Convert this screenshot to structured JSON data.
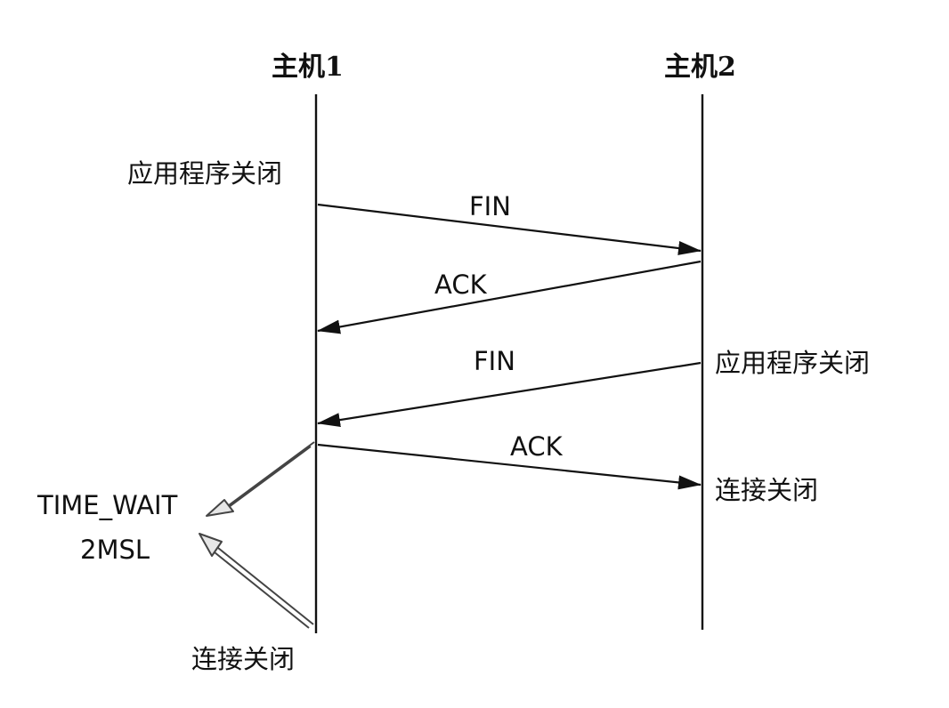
{
  "hosts": {
    "left": "主机1",
    "right": "主机2"
  },
  "messages": {
    "fin1": "FIN",
    "ack1": "ACK",
    "fin2": "FIN",
    "ack2": "ACK"
  },
  "notes": {
    "left_app_close": "应用程序关闭",
    "right_app_close": "应用程序关闭",
    "right_conn_close": "连接关闭",
    "time_wait": "TIME_WAIT",
    "msl": "2MSL",
    "left_conn_close": "连接关闭"
  }
}
